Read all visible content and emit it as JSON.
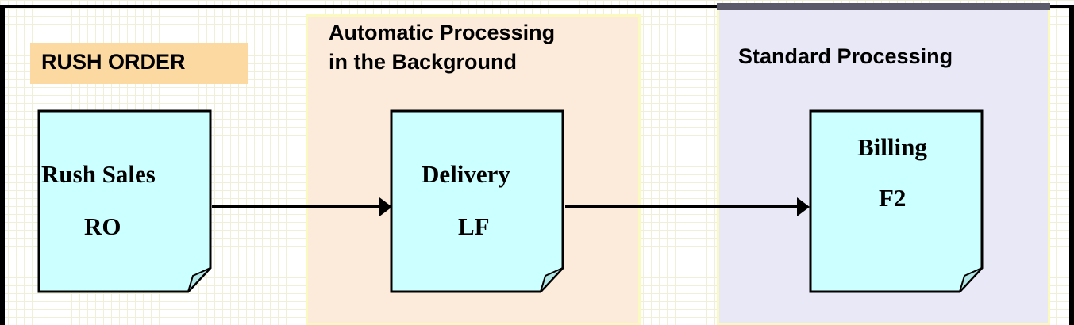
{
  "header": {
    "rush_order_label": "RUSH ORDER"
  },
  "zones": {
    "auto_title_line1": "Automatic Processing",
    "auto_title_line2": "in the Background",
    "standard_title": "Standard Processing"
  },
  "documents": [
    {
      "name": "Rush Sales",
      "code": "RO"
    },
    {
      "name": "Delivery",
      "code": "LF"
    },
    {
      "name": "Billing",
      "code": "F2"
    }
  ],
  "colors": {
    "document_fill": "#ccffff",
    "rush_badge": "#fcd9a1",
    "auto_zone": "#fcebdb",
    "standard_zone": "#e8e8f6",
    "zone_border": "#fafac0"
  }
}
